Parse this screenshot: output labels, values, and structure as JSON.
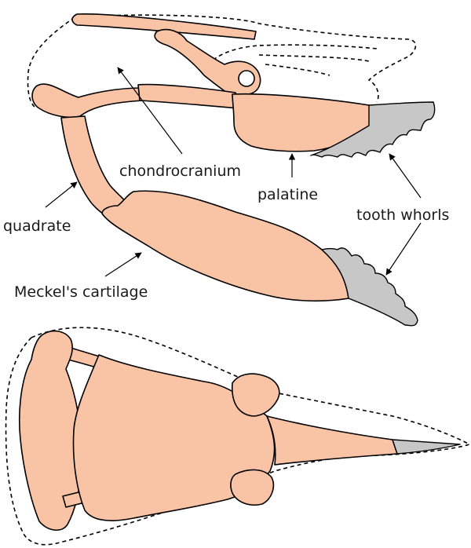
{
  "labels": {
    "chondrocranium": "chondrocranium",
    "palatine": "palatine",
    "quadrate": "quadrate",
    "tooth_whorls": "tooth whorls",
    "meckels_cartilage": "Meckel's cartilage"
  },
  "colors": {
    "cartilage": "#f9c3a6",
    "teeth": "#c7c7c7",
    "stroke": "#000000",
    "text": "#1a1a1a",
    "background": "#ffffff"
  }
}
